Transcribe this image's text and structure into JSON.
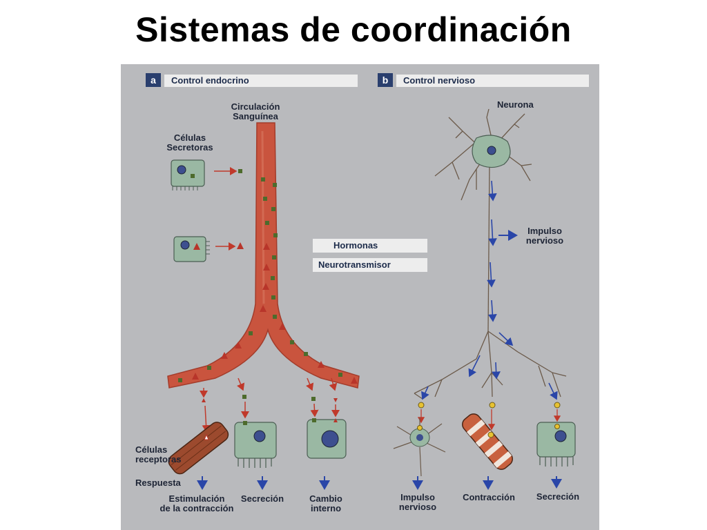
{
  "title": "Sistemas de coordinación",
  "panel_a": {
    "letter": "a",
    "header": "Control endocrino",
    "circulation_label": "Circulación Sanguínea",
    "secretory_cells_label_1": "Células",
    "secretory_cells_label_2": "Secretoras",
    "receptor_cells_label_1": "Células",
    "receptor_cells_label_2": "receptoras",
    "response_label": "Respuesta",
    "out1_line1": "Estimulación",
    "out1_line2": "de la contracción",
    "out2": "Secreción",
    "out3_line1": "Cambio",
    "out3_line2": "interno"
  },
  "panel_b": {
    "letter": "b",
    "header": "Control nervioso",
    "neuron_label": "Neurona",
    "impulse_line1": "Impulso",
    "impulse_line2": "nervioso",
    "out1_line1": "Impulso",
    "out1_line2": "nervioso",
    "out2": "Contracción",
    "out3": "Secreción"
  },
  "legend": {
    "hormones": "Hormonas",
    "neurotransmitter": "Neurotransmisor"
  },
  "colors": {
    "vessel": "#c9543e",
    "hormone_square": "#4d6b2c",
    "hormone_triangle": "#b8352a",
    "neurotransmitter": "#e7c232",
    "nerve_arrow": "#2a46a8",
    "cell": "#9ab8a3"
  }
}
